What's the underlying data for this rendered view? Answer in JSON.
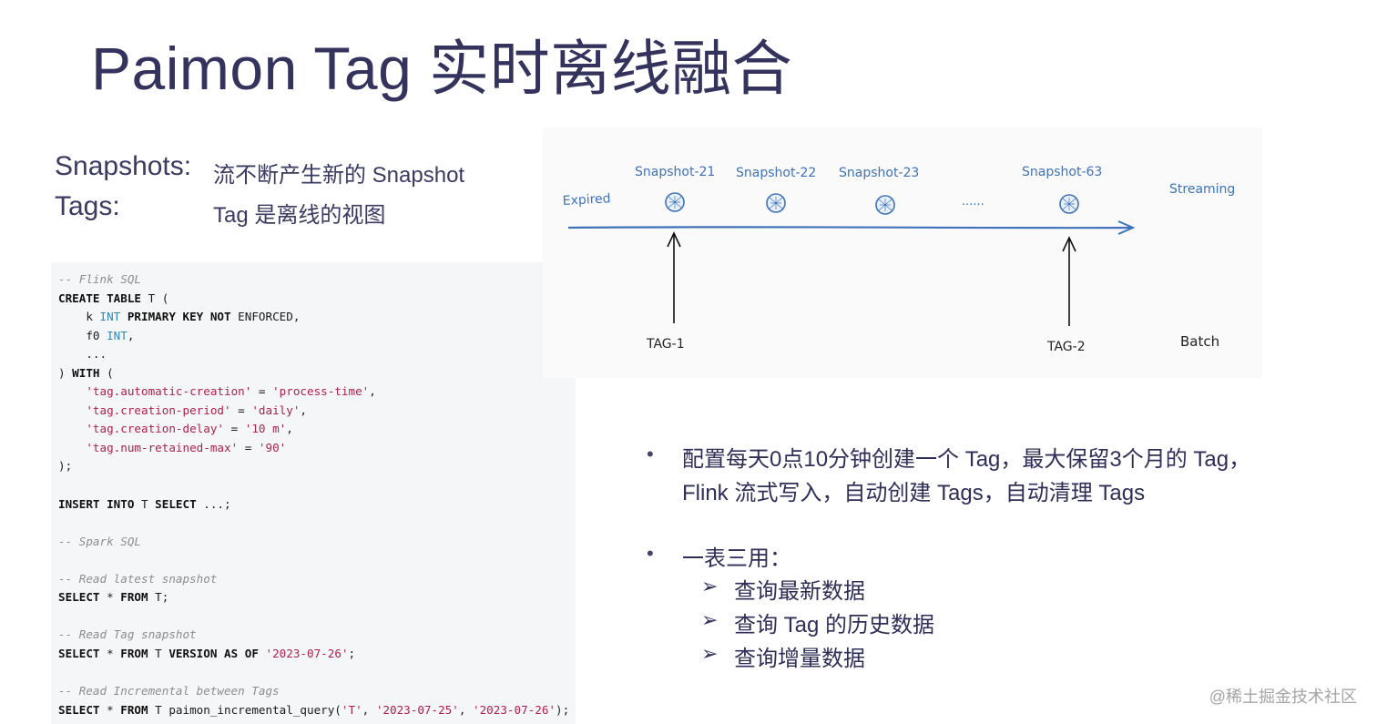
{
  "title": "Paimon Tag 实时离线融合",
  "definitions": [
    {
      "term": "Snapshots:",
      "desc": "流不断产生新的 Snapshot"
    },
    {
      "term": "Tags:",
      "desc": "Tag 是离线的视图"
    }
  ],
  "code": [
    [
      {
        "t": "-- Flink SQL",
        "c": "comment"
      }
    ],
    [
      {
        "t": "CREATE TABLE",
        "c": "kw"
      },
      {
        "t": " T (",
        "c": ""
      }
    ],
    [
      {
        "t": "    k ",
        "c": ""
      },
      {
        "t": "INT",
        "c": "type"
      },
      {
        "t": " ",
        "c": ""
      },
      {
        "t": "PRIMARY KEY NOT",
        "c": "kw"
      },
      {
        "t": " ENFORCED,",
        "c": ""
      }
    ],
    [
      {
        "t": "    f0 ",
        "c": ""
      },
      {
        "t": "INT",
        "c": "type"
      },
      {
        "t": ",",
        "c": ""
      }
    ],
    [
      {
        "t": "    ...",
        "c": ""
      }
    ],
    [
      {
        "t": ") ",
        "c": ""
      },
      {
        "t": "WITH",
        "c": "kw"
      },
      {
        "t": " (",
        "c": ""
      }
    ],
    [
      {
        "t": "    ",
        "c": ""
      },
      {
        "t": "'tag.automatic-creation'",
        "c": "str"
      },
      {
        "t": " = ",
        "c": ""
      },
      {
        "t": "'process-time'",
        "c": "str"
      },
      {
        "t": ",",
        "c": ""
      }
    ],
    [
      {
        "t": "    ",
        "c": ""
      },
      {
        "t": "'tag.creation-period'",
        "c": "str"
      },
      {
        "t": " = ",
        "c": ""
      },
      {
        "t": "'daily'",
        "c": "str"
      },
      {
        "t": ",",
        "c": ""
      }
    ],
    [
      {
        "t": "    ",
        "c": ""
      },
      {
        "t": "'tag.creation-delay'",
        "c": "str"
      },
      {
        "t": " = ",
        "c": ""
      },
      {
        "t": "'10 m'",
        "c": "str"
      },
      {
        "t": ",",
        "c": ""
      }
    ],
    [
      {
        "t": "    ",
        "c": ""
      },
      {
        "t": "'tag.num-retained-max'",
        "c": "str"
      },
      {
        "t": " = ",
        "c": ""
      },
      {
        "t": "'90'",
        "c": "str"
      }
    ],
    [
      {
        "t": ");",
        "c": ""
      }
    ],
    [],
    [
      {
        "t": "INSERT INTO",
        "c": "kw"
      },
      {
        "t": " T ",
        "c": ""
      },
      {
        "t": "SELECT",
        "c": "kw"
      },
      {
        "t": " ...;",
        "c": ""
      }
    ],
    [],
    [
      {
        "t": "-- Spark SQL",
        "c": "comment"
      }
    ],
    [],
    [
      {
        "t": "-- Read latest snapshot",
        "c": "comment"
      }
    ],
    [
      {
        "t": "SELECT",
        "c": "kw"
      },
      {
        "t": " * ",
        "c": ""
      },
      {
        "t": "FROM",
        "c": "kw"
      },
      {
        "t": " T;",
        "c": ""
      }
    ],
    [],
    [
      {
        "t": "-- Read Tag snapshot",
        "c": "comment"
      }
    ],
    [
      {
        "t": "SELECT",
        "c": "kw"
      },
      {
        "t": " * ",
        "c": ""
      },
      {
        "t": "FROM",
        "c": "kw"
      },
      {
        "t": " T ",
        "c": ""
      },
      {
        "t": "VERSION AS OF",
        "c": "kw"
      },
      {
        "t": " ",
        "c": ""
      },
      {
        "t": "'2023-07-26'",
        "c": "str"
      },
      {
        "t": ";",
        "c": ""
      }
    ],
    [],
    [
      {
        "t": "-- Read Incremental between Tags",
        "c": "comment"
      }
    ],
    [
      {
        "t": "SELECT",
        "c": "kw"
      },
      {
        "t": " * ",
        "c": ""
      },
      {
        "t": "FROM",
        "c": "kw"
      },
      {
        "t": " T paimon_incremental_query(",
        "c": ""
      },
      {
        "t": "'T'",
        "c": "str"
      },
      {
        "t": ", ",
        "c": ""
      },
      {
        "t": "'2023-07-25'",
        "c": "str"
      },
      {
        "t": ", ",
        "c": ""
      },
      {
        "t": "'2023-07-26'",
        "c": "str"
      },
      {
        "t": ");",
        "c": ""
      }
    ]
  ],
  "diagram": {
    "expired": "Expired",
    "streaming": "Streaming",
    "batch": "Batch",
    "ellipsis": "......",
    "snapshots": [
      "Snapshot-21",
      "Snapshot-22",
      "Snapshot-23",
      "Snapshot-63"
    ],
    "tags": [
      "TAG-1",
      "TAG-2"
    ],
    "line_color": "#3f72b8"
  },
  "bullets": {
    "b1_line1": "配置每天0点10分钟创建一个 Tag，最大保留3个月的 Tag，",
    "b1_line2": "Flink 流式写入，自动创建 Tags，自动清理 Tags",
    "b2": "一表三用：",
    "sub": [
      "查询最新数据",
      "查询 Tag 的历史数据",
      "查询增量数据"
    ]
  },
  "watermark": "@稀土掘金技术社区"
}
